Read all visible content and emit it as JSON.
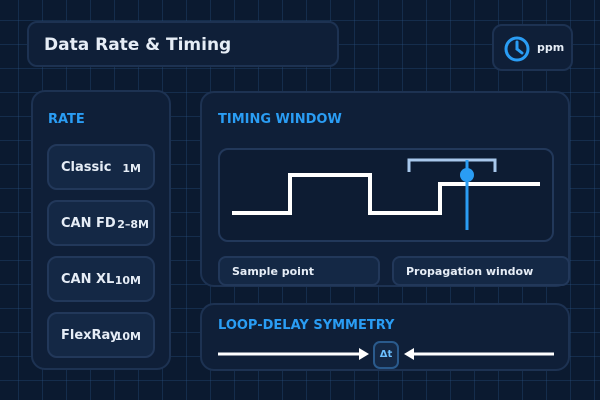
{
  "header": {
    "title": "Data Rate & Timing"
  },
  "ppm": {
    "label": "ppm",
    "icon": "clock-icon"
  },
  "rate": {
    "heading": "RATE",
    "items": [
      {
        "name": "Classic",
        "value": "1M"
      },
      {
        "name": "CAN FD",
        "value": "2–8M"
      },
      {
        "name": "CAN XL",
        "value": "10M"
      },
      {
        "name": "FlexRay",
        "value": "10M"
      }
    ]
  },
  "timing": {
    "heading": "TIMING WINDOW",
    "sample_point_label": "Sample point",
    "propagation_label": "Propagation window"
  },
  "loop": {
    "heading": "LOOP-DELAY SYMMETRY",
    "delta_label": "Δt"
  },
  "colors": {
    "accent": "#2a9df4",
    "bracket": "#a8c8ec",
    "background": "#0b1a30"
  }
}
